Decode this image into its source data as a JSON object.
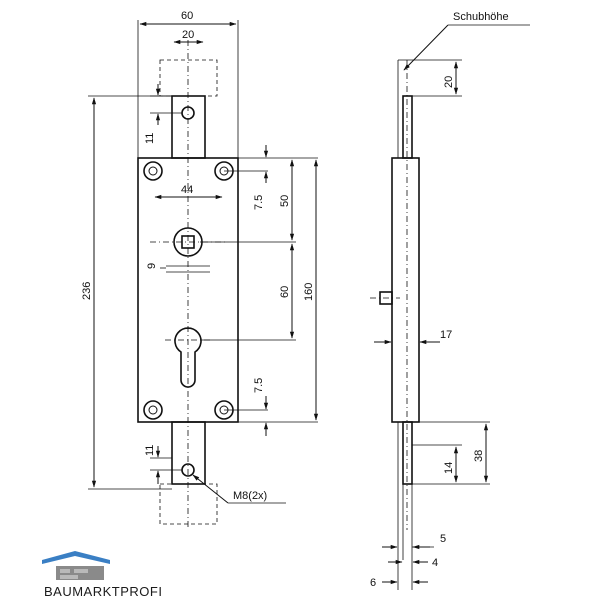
{
  "dimensions": {
    "width_60": "60",
    "width_20_top": "20",
    "height_11_top": "11",
    "height_236": "236",
    "spacing_44": "44",
    "d_7_5_top": "7.5",
    "d_50": "50",
    "d_9": "9",
    "d_60": "60",
    "d_160": "160",
    "d_7_5_bottom": "7.5",
    "height_11_bottom": "11",
    "thread_label": "M8(2x)",
    "schubhoehe_label": "Schubhöhe",
    "side_20": "20",
    "side_17": "17",
    "side_38": "38",
    "side_14": "14",
    "side_5": "5",
    "side_4": "4",
    "side_6": "6"
  },
  "logo": {
    "text": "BAUMARKTPROFI",
    "accent_color": "#3a7fc4",
    "text_color": "#1b1b1b"
  }
}
